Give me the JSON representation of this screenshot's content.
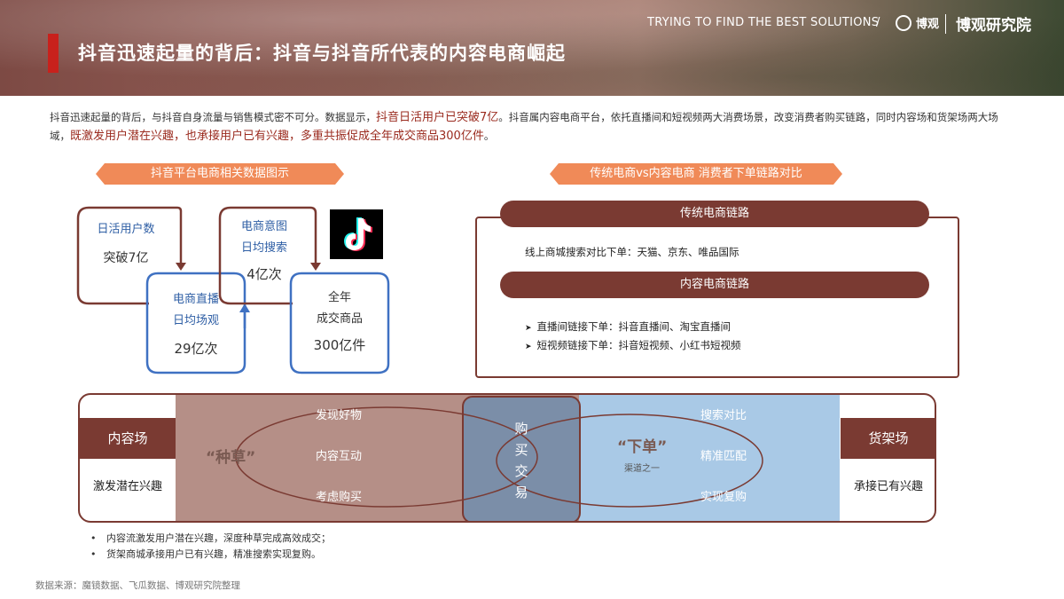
{
  "header": {
    "title": "抖音迅速起量的背后：抖音与抖音所代表的内容电商崛起",
    "tagline": "TRYING TO FIND THE BEST SOLUTIONS",
    "separator": "/",
    "logo_mark": "博观",
    "brand": "博观研究院"
  },
  "intro": {
    "part1": "抖音迅速起量的背后，与抖音自身流量与销售模式密不可分。数据显示，",
    "highlight1": "抖音日活用户已突破7亿",
    "part2": "。抖音属内容电商平台，依托直播间和短视频两大消费场景，改变消费者购买链路，同时内容场和货架场两大场域，",
    "highlight2": "既激发用户潜在兴趣，也承接用户已有兴趣，多重共振促成全年成交商品300亿件",
    "part3": "。"
  },
  "left_section": {
    "heading": "抖音平台电商相关数据图示",
    "dau_label": "日活用户数",
    "dau_value": "突破7亿",
    "live_label1": "电商直播",
    "live_label2": "日均场观",
    "live_value": "29亿次",
    "search_label1": "电商意图",
    "search_label2": "日均搜索",
    "search_value": "4亿次",
    "goods_label1": "全年",
    "goods_label2": "成交商品",
    "goods_value": "300亿件"
  },
  "right_section": {
    "heading": "传统电商vs内容电商 消费者下单链路对比",
    "traditional_title": "传统电商链路",
    "traditional_line": "线上商城搜索对比下单：天猫、京东、唯品国际",
    "content_title": "内容电商链路",
    "content_line1": "直播间链接下单：抖音直播间、淘宝直播间",
    "content_line2": "短视频链接下单：抖音短视频、小红书短视频"
  },
  "band": {
    "left_title": "内容场",
    "left_sub": "激发潜在兴趣",
    "right_title": "货架场",
    "right_sub": "承接已有兴趣",
    "seed_quote": "“种草”",
    "content_items": [
      "发现好物",
      "内容互动",
      "考虑购买"
    ],
    "buy_text": "购买交易",
    "order_quote": "“下单”",
    "order_sub": "渠道之一",
    "shelf_items": [
      "搜索对比",
      "精准匹配",
      "实现复购"
    ]
  },
  "bullets": [
    "内容流激发用户潜在兴趣，深度种草完成高效成交；",
    "货架商城承接用户已有兴趣，精准搜索实现复购。"
  ],
  "source": "数据来源：魔镜数据、飞瓜数据、博观研究院整理",
  "colors": {
    "accent_red": "#c8211c",
    "brown": "#7a3a32",
    "orange": "#f08a58",
    "blue": "#2f5fa5",
    "content_zone": "#b58f87",
    "shelf_zone": "#a9c9e6"
  }
}
